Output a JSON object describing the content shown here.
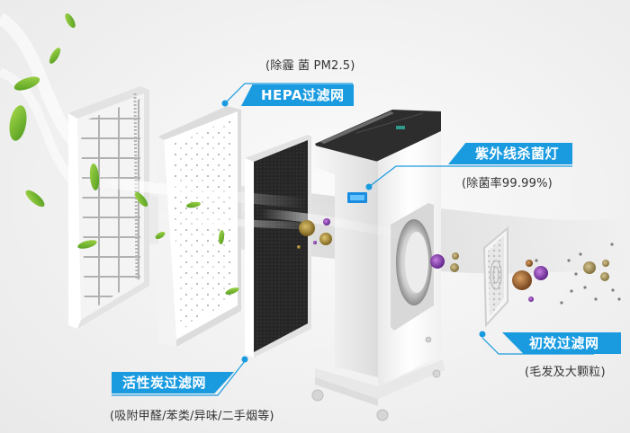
{
  "diagram": {
    "type": "exploded-product-diagram",
    "subject": "air purifier filtration layers",
    "accent_color": "#1a9be0",
    "labels": [
      {
        "id": "hepa",
        "title": "HEPA过滤网",
        "subtitle": "(除霾 菌 PM2.5)"
      },
      {
        "id": "uv",
        "title": "紫外线杀菌灯",
        "subtitle": "(除菌率99.99%)"
      },
      {
        "id": "pre",
        "title": "初效过滤网",
        "subtitle": "(毛发及大颗粒)"
      },
      {
        "id": "carbon",
        "title": "活性炭过滤网",
        "subtitle": "(吸附甲醛/苯类/异味/二手烟等)"
      }
    ],
    "components": [
      {
        "id": "front-grille",
        "name": "front grille frame"
      },
      {
        "id": "hepa-filter",
        "name": "HEPA filter panel"
      },
      {
        "id": "carbon-filter",
        "name": "activated carbon filter panel"
      },
      {
        "id": "purifier-body",
        "name": "air purifier unit with UV lamp"
      },
      {
        "id": "pre-filter",
        "name": "primary filter mesh"
      }
    ],
    "decorations": {
      "leaves": 9,
      "particles": "bacteria / virus / dust particles",
      "airflow": "white translucent airflow streams"
    }
  }
}
